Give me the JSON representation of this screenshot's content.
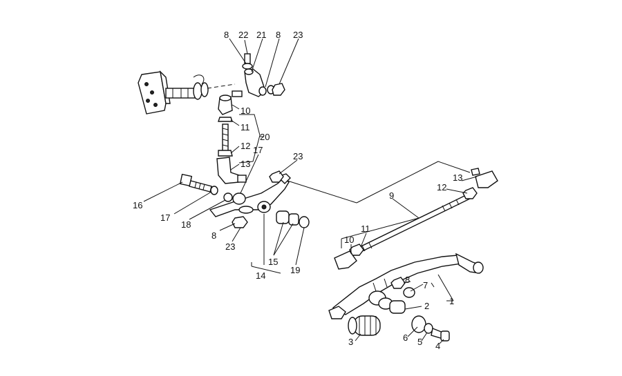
{
  "diagram": {
    "type": "exploded-parts-diagram",
    "callouts": {
      "c1": "1",
      "c2": "2",
      "c3": "3",
      "c4": "4",
      "c5": "5",
      "c6": "6",
      "c7": "7",
      "c8a": "8",
      "c8b": "8",
      "c8c": "8",
      "c9": "9",
      "c10a": "10",
      "c10b": "10",
      "c11a": "11",
      "c11b": "11",
      "c12a": "12",
      "c12b": "12",
      "c13a": "13",
      "c13b": "13",
      "c14": "14",
      "c15": "15",
      "c16": "16",
      "c17a": "17",
      "c17b": "17",
      "c18": "18",
      "c19": "19",
      "c20": "20",
      "c21": "21",
      "c22": "22",
      "c23a": "23",
      "c23b": "23",
      "c23c": "23"
    }
  }
}
